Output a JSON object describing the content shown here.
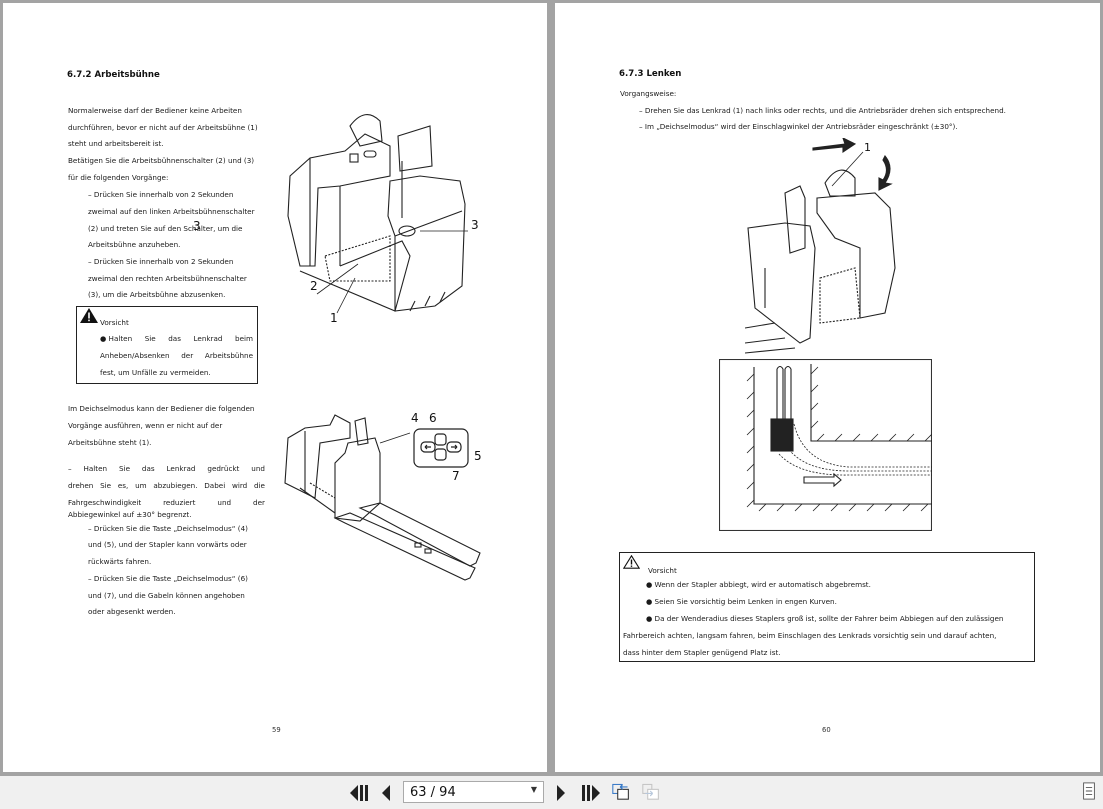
{
  "left_page": {
    "heading": "6.7.2 Arbeitsbühne",
    "para1": [
      "Normalerweise darf der Bediener keine Arbeiten",
      "durchführen, bevor er nicht auf der Arbeitsbühne (1)",
      "steht und arbeitsbereit ist.",
      "Betätigen Sie die Arbeitsbühnenschalter (2) und (3)",
      "für die folgenden Vorgänge:"
    ],
    "step1": [
      "–   Drücken Sie innerhalb von 2 Sekunden",
      "zweimal auf den linken Arbeitsbühnenschalter",
      "(2) und treten Sie auf den Schalter, um die",
      "Arbeitsbühne anzuheben."
    ],
    "step2": [
      "–   Drücken Sie innerhalb von 2 Sekunden",
      "zweimal den rechten Arbeitsbühnenschalter",
      "(3), um die Arbeitsbühne abzusenken."
    ],
    "caution": {
      "title": "Vorsicht",
      "line1_words": [
        "●  Halten",
        "Sie",
        "das",
        "Lenkrad",
        "beim"
      ],
      "line2_words": [
        "Anheben/Absenken",
        "der",
        "Arbeitsbühne"
      ],
      "line3": "fest, um Unfälle zu vermeiden."
    },
    "para2": [
      "Im Deichselmodus kann der Bediener die folgenden",
      "Vorgänge ausführen, wenn er nicht auf der",
      "Arbeitsbühne steht (1)."
    ],
    "para3_lines": [
      [
        "–",
        "Halten",
        "Sie",
        "das",
        "Lenkrad",
        "gedrückt",
        "und"
      ],
      [
        "drehen",
        "Sie",
        "es,",
        "um",
        "abzubiegen.",
        "Dabei",
        "wird",
        "die"
      ],
      [
        "Fahrgeschwindigkeit",
        "reduziert",
        "und",
        "der"
      ]
    ],
    "para3_last": "Abbiegewinkel auf ±30° begrenzt.",
    "step3": [
      "–   Drücken Sie die Taste „Deichselmodus“ (4)",
      "und (5), und der Stapler kann vorwärts oder",
      "rückwärts fahren."
    ],
    "step4": [
      "–   Drücken Sie die Taste „Deichselmodus“ (6)",
      "und (7), und die Gabeln können angehoben",
      "oder abgesenkt werden."
    ],
    "figure1_callouts": [
      "1",
      "2",
      "3"
    ],
    "figure2_callouts": [
      "4",
      "5",
      "6",
      "7"
    ],
    "page_number": "59"
  },
  "right_page": {
    "heading": "6.7.3 Lenken",
    "intro": "Vorgangsweise:",
    "steps": [
      "–   Drehen Sie das Lenkrad (1) nach links oder rechts, und die Antriebsräder drehen sich entsprechend.",
      "–   Im „Deichselmodus“ wird der Einschlagwinkel der Antriebsräder eingeschränkt (±30°)."
    ],
    "figure_callouts": [
      "1"
    ],
    "caution": {
      "title": "Vorsicht",
      "bullets": [
        "●   Wenn der Stapler abbiegt, wird er automatisch abgebremst.",
        "●   Seien Sie vorsichtig beim Lenken in engen Kurven.",
        "●   Da der Wenderadius dieses Staplers groß ist, sollte der Fahrer beim Abbiegen auf den zulässigen"
      ],
      "continuation": [
        "Fahrbereich achten, langsam fahren, beim Einschlagen des Lenkrads vorsichtig sein und darauf achten,",
        "dass hinter dem Stapler genügend Platz ist."
      ]
    },
    "page_number": "60"
  },
  "toolbar": {
    "page_indicator": "63 / 94",
    "current_page": 63,
    "total_pages": 94,
    "icons": [
      "first-page-icon",
      "previous-page-icon",
      "next-page-icon",
      "last-page-icon",
      "go-back-view-icon",
      "go-forward-view-icon",
      "document-properties-icon"
    ]
  },
  "colors": {
    "viewer_background": "#a3a3a3",
    "page": "#ffffff",
    "toolbar": "#f0f0f0",
    "text": "#1a1a1a",
    "nav_icon_blue": "#3a7bc8"
  }
}
